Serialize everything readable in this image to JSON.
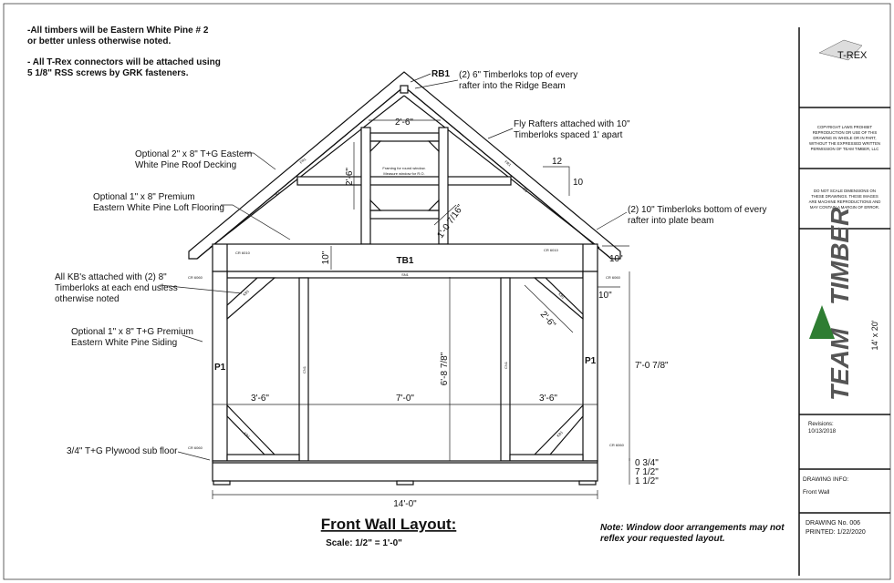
{
  "notes": {
    "line1": "-All timbers will be Eastern White Pine # 2",
    "line2": "or better unless otherwise noted.",
    "line3": "- All T-Rex connectors will be attached using",
    "line4": "5 1/8\" RSS screws by GRK fasteners."
  },
  "callouts": {
    "rb1": "RB1",
    "ridge_1": "(2) 6\" Timberloks top of every",
    "ridge_2": "rafter into the Ridge Beam",
    "fly_1": "Fly Rafters attached with 10\"",
    "fly_2": "Timberloks spaced 1' apart",
    "deck_1": "Optional 2\" x 8\" T+G Eastern",
    "deck_2": "White Pine Roof Decking",
    "loft_1": "Optional 1\" x 8\" Premium",
    "loft_2": "Eastern White Pine Loft Flooring",
    "plate_1": "(2) 10\" Timberloks bottom of every",
    "plate_2": "rafter into plate beam",
    "kb_1": "All KB's attached with (2) 8\"",
    "kb_2": "Timberloks at each end usless",
    "kb_3": "otherwise noted",
    "siding_1": "Optional 1\" x 8\" T+G Premium",
    "siding_2": "Eastern White Pine Siding",
    "subfloor": "3/4\" T+G Plywood sub floor",
    "window_1": "Framing for round window.",
    "window_2": "Measure window for R.O."
  },
  "members": {
    "tb1": "TB1",
    "sn1": "SN1",
    "p1": "P1",
    "cn1": "CN1",
    "kb1": "KB1",
    "fr1": "FR1",
    "r1": "R1",
    "cr6010": "CR 6010",
    "cr6060": "CR 6060"
  },
  "pitch": {
    "rise": "10",
    "run": "12"
  },
  "dimensions": {
    "window_width": "2'-6\"",
    "window_height": "2'-6\"",
    "window_offset": "1'-0 7/16\"",
    "beam_depth": "10\"",
    "beam_right": "10\"",
    "post_width": "10\"",
    "brace": "2'-6\"",
    "door_height": "6'-8 7/8\"",
    "bay_left": "3'-6\"",
    "bay_center": "7'-0\"",
    "bay_right": "3'-6\"",
    "wall_height": "7'-0 7/8\"",
    "floor_1": "0 3/4\"",
    "floor_2": "7 1/2\"",
    "floor_3": "1 1/2\"",
    "overall_width": "14'-0\""
  },
  "title": {
    "main": "Front Wall Layout:",
    "scale": "Scale: 1/2\" = 1'-0\""
  },
  "disclaimer": {
    "line1": "Note: Window door arrangements may not",
    "line2": "reflex your requested layout."
  },
  "title_block": {
    "logo_text": "T-REX",
    "copyright": [
      "COPYRIGHT LAWS PROHIBIT",
      "REPRODUCTION OR USE OF THIS",
      "DRAWING IN WHOLE OR IN PART,",
      "WITHOUT THE EXPRESSED WRITTEN",
      "PERMISSION OF TEAM TIMBER, LLC"
    ],
    "no_scale": [
      "DO NOT SCALE DIMENSIONS ON",
      "THESE DRAWINGS.  THESE IMAGES",
      "ARE MACHINE REPRODUCTIONS AND",
      "MAY CONTAIN A MARGIN OF ERROR."
    ],
    "brand_team": "TEAM",
    "brand_timber": "TIMBER",
    "size": "14' x 20'",
    "revisions_label": "Revisions:",
    "revisions_date": "10/13/2018",
    "drawing_info_label": "DRAWING INFO:",
    "drawing_info": "Front Wall",
    "drawing_no": "DRAWING No. 006",
    "printed": "PRINTED: 1/22/2020"
  },
  "colors": {
    "line": "#111111",
    "brand_gray": "#555555",
    "brand_green": "#2e7d32"
  }
}
